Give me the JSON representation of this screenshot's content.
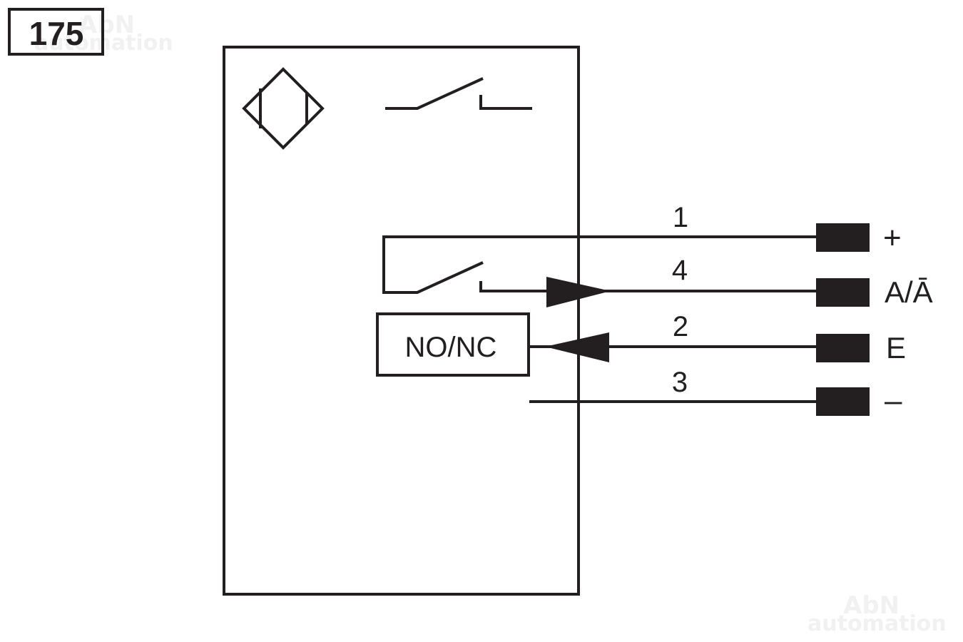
{
  "diagram_number": "175",
  "switch_mode_label": "NO/NC",
  "watermark": {
    "line1": "AbN",
    "line2": "automation"
  },
  "wires": [
    {
      "pin": "1",
      "signal": "+"
    },
    {
      "pin": "4",
      "signal": "A/Ā"
    },
    {
      "pin": "2",
      "signal": "E"
    },
    {
      "pin": "3",
      "signal": "–"
    }
  ],
  "colors": {
    "line": "#231f20",
    "background": "#ffffff",
    "watermark": "#f1f1f1"
  }
}
